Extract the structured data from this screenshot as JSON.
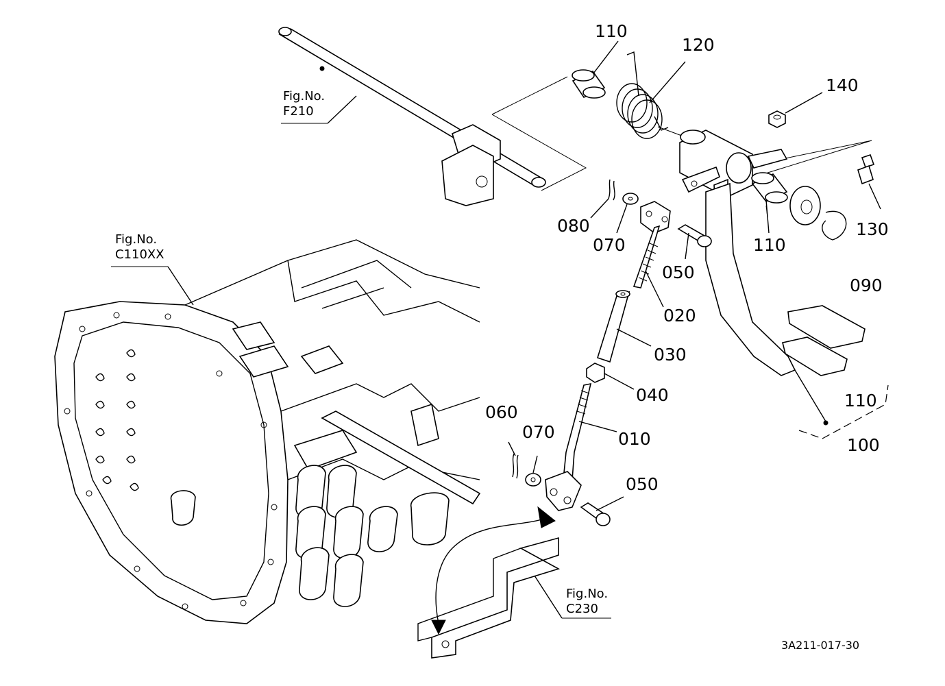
{
  "part_labels": {
    "p110_top": "110",
    "p120": "120",
    "p140": "140",
    "p130": "130",
    "p110_mid": "110",
    "p080": "080",
    "p070_top": "070",
    "p050_top": "050",
    "p020": "020",
    "p090": "090",
    "p030": "030",
    "p040": "040",
    "p110_low": "110",
    "p100": "100",
    "p060": "060",
    "p070_low": "070",
    "p010": "010",
    "p050_low": "050"
  },
  "figure_refs": {
    "f210": {
      "line1": "Fig.No.",
      "line2": "F210"
    },
    "c110xx": {
      "line1": "Fig.No.",
      "line2": "C110XX"
    },
    "c230": {
      "line1": "Fig.No.",
      "line2": "C230"
    }
  },
  "drawing_code": "3A211-017-30"
}
